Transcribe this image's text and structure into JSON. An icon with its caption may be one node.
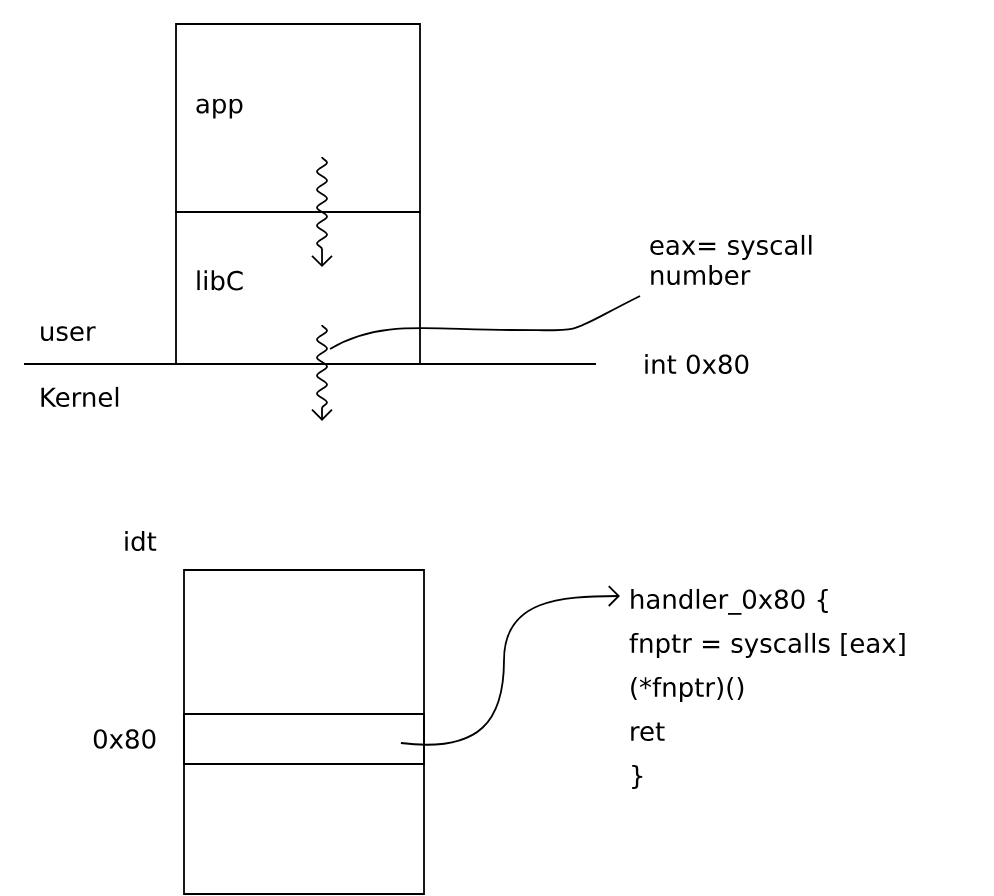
{
  "diagram": {
    "nodes": [
      {
        "text": [
          "app"
        ]
      },
      {
        "text": [
          "libC"
        ]
      },
      {
        "text": [
          "eax= syscall number"
        ]
      },
      {
        "text": [
          "idt"
        ]
      },
      {
        "text": [],
        "shape": "box",
        "in": 3,
        "beside": [
          "0x80"
        ]
      },
      {
        "text": [
          "handler_0x80 {",
          "fnptr = syscalls [eax]",
          "(*fnptr)()",
          "ret",
          "}"
        ]
      }
    ],
    "edges": [
      {
        "from": 0,
        "to": 1,
        "arrow": "to"
      },
      {
        "from": 1,
        "to": null,
        "arrow": "to"
      },
      {
        "from": 2,
        "to": 1,
        "arrow": "none"
      },
      {
        "from": 4,
        "to": 5,
        "arrow": "to"
      }
    ],
    "labels": [
      "user",
      "Kernel",
      "int 0x80"
    ]
  }
}
